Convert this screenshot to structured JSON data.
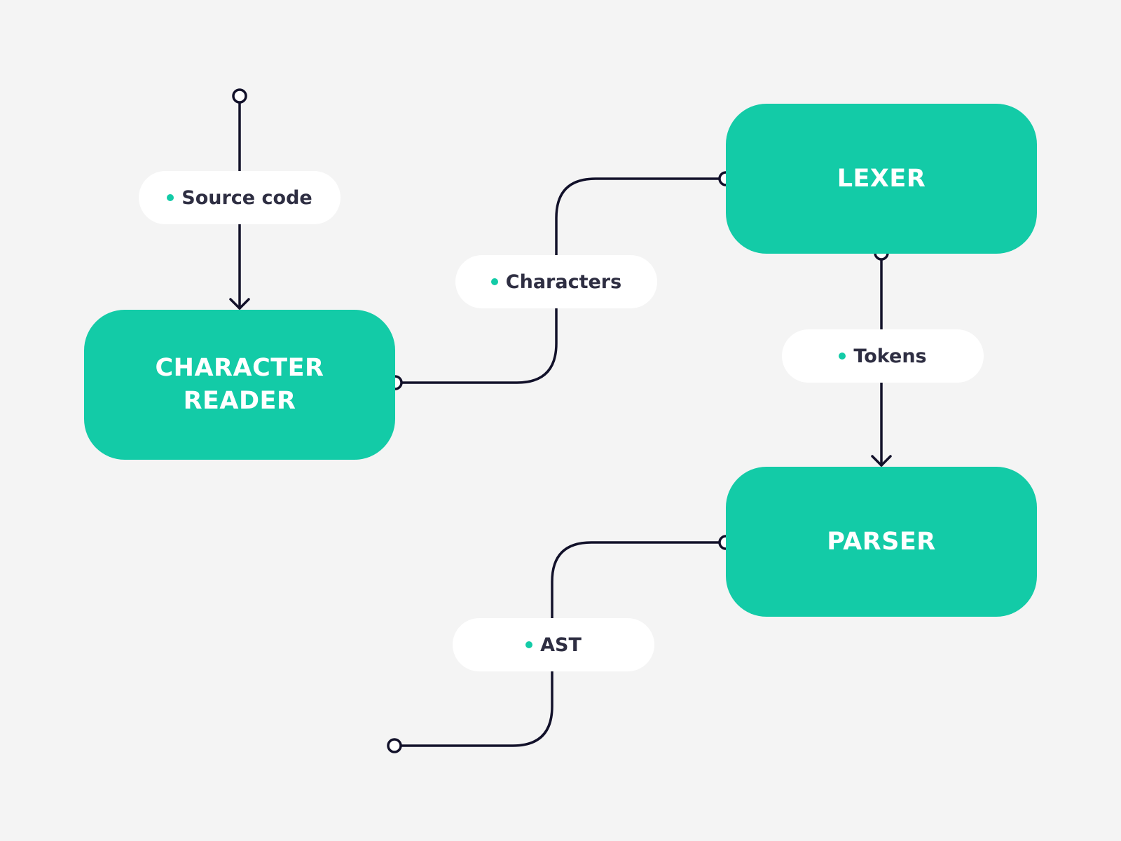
{
  "diagram": {
    "colors": {
      "background": "#f4f4f4",
      "node_fill": "#13cba7",
      "node_text": "#ffffff",
      "label_bg": "#ffffff",
      "label_text": "#2e2e42",
      "label_dot": "#13cba7",
      "connector": "#12112a"
    },
    "nodes": {
      "character_reader": "CHARACTER\nREADER",
      "lexer": "LEXER",
      "parser": "PARSER"
    },
    "labels": {
      "source_code": "Source code",
      "characters": "Characters",
      "tokens": "Tokens",
      "ast": "AST"
    },
    "edges": [
      {
        "from": "input",
        "to": "character_reader",
        "label": "Source code"
      },
      {
        "from": "character_reader",
        "to": "lexer",
        "label": "Characters"
      },
      {
        "from": "lexer",
        "to": "parser",
        "label": "Tokens"
      },
      {
        "from": "parser",
        "to": "output",
        "label": "AST"
      }
    ]
  }
}
